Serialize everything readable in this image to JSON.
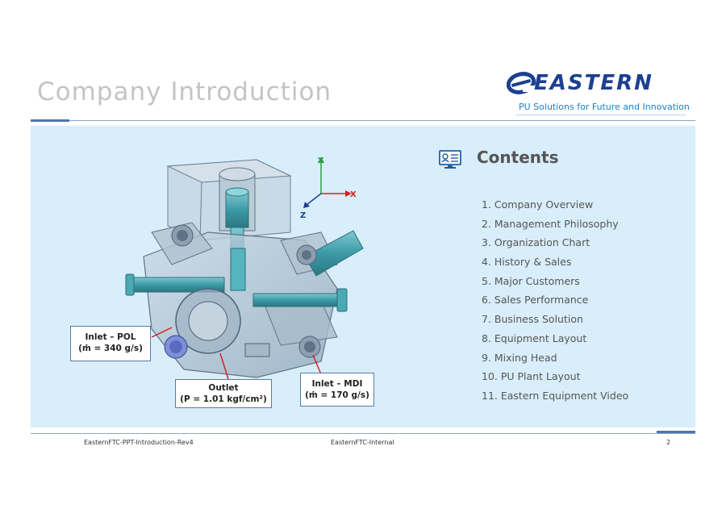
{
  "header": {
    "title": "Company Introduction",
    "logo_text": "EASTERN",
    "tagline": "PU Solutions for Future and Innovation"
  },
  "contents": {
    "heading": "Contents",
    "icon": "monitor-list-icon",
    "items": [
      "1. Company Overview",
      "2. Management Philosophy",
      "3. Organization Chart",
      "4. History & Sales",
      "5. Major Customers",
      "6. Sales Performance",
      "7. Business Solution",
      "8. Equipment Layout",
      "9. Mixing Head",
      "10. PU Plant Layout",
      "11. Eastern Equipment Video"
    ]
  },
  "diagram": {
    "axes": {
      "y": "Y",
      "x": "X",
      "z": "Z"
    },
    "callouts": {
      "pol": {
        "line1": "Inlet – POL",
        "line2": "(ṁ = 340 g/s)"
      },
      "outlet": {
        "line1": "Outlet",
        "line2": "(P = 1.01 kgf/cm²)"
      },
      "mdi": {
        "line1": "Inlet – MDI",
        "line2": "(ṁ = 170 g/s)"
      }
    }
  },
  "footer": {
    "left": "EasternFTC-PPT-Introduction-Rev4",
    "center": "EasternFTC-Internal",
    "page": "2"
  },
  "colors": {
    "brand": "#1d3f8f",
    "tagline": "#1a7fc9",
    "panel": "#d8eefa",
    "accent": "#4f74ad"
  }
}
